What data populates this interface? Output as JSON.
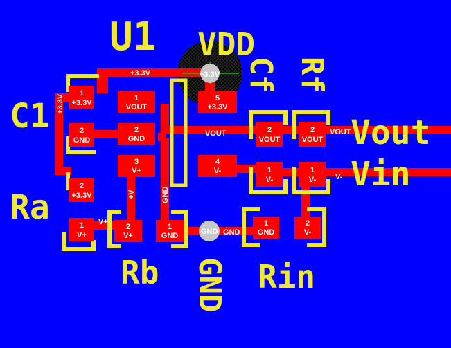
{
  "designators": {
    "u1": "U1",
    "vdd": "VDD",
    "c1": "C1",
    "cf": "Cf",
    "rf": "Rf",
    "vout": "Vout",
    "vin": "Vin",
    "ra": "Ra",
    "rb": "Rb",
    "gnd": "GND",
    "rin": "Rin"
  },
  "nets": {
    "p33": "+3.3V",
    "gnd": "GND",
    "vout": "VOUT",
    "vminus": "V-",
    "vplus": "V+",
    "vplus_short": "+V"
  },
  "pads": {
    "c1_1": {
      "num": "1",
      "net": "+3.3V"
    },
    "c1_2": {
      "num": "2",
      "net": "GND"
    },
    "ra_2": {
      "num": "2",
      "net": "+3.3V"
    },
    "ra_1": {
      "num": "1",
      "net": "V+"
    },
    "u1_1": {
      "num": "1",
      "net": "VOUT"
    },
    "u1_2": {
      "num": "2",
      "net": "GND"
    },
    "u1_3": {
      "num": "3",
      "net": "V+"
    },
    "u1_5": {
      "num": "5",
      "net": "+3.3V"
    },
    "u1_4": {
      "num": "4",
      "net": "V-"
    },
    "rb_2": {
      "num": "2",
      "net": "V+"
    },
    "rb_1": {
      "num": "1",
      "net": "GND"
    },
    "cf_2": {
      "num": "2",
      "net": "VOUT"
    },
    "cf_1": {
      "num": "1",
      "net": "V-"
    },
    "rf_2": {
      "num": "2",
      "net": "VOUT"
    },
    "rf_1": {
      "num": "1",
      "net": "V-"
    },
    "rin_1": {
      "num": "1",
      "net": "GND"
    },
    "rin_2": {
      "num": "2",
      "net": "V-"
    }
  },
  "vias": {
    "vdd": "+3.3V",
    "gnd": "GND"
  },
  "colors": {
    "board": "#0000ff",
    "copper": "#ff0000",
    "silkscreen": "#f0ea2a",
    "via": "#c8c8c8",
    "text": "#ffffff"
  }
}
